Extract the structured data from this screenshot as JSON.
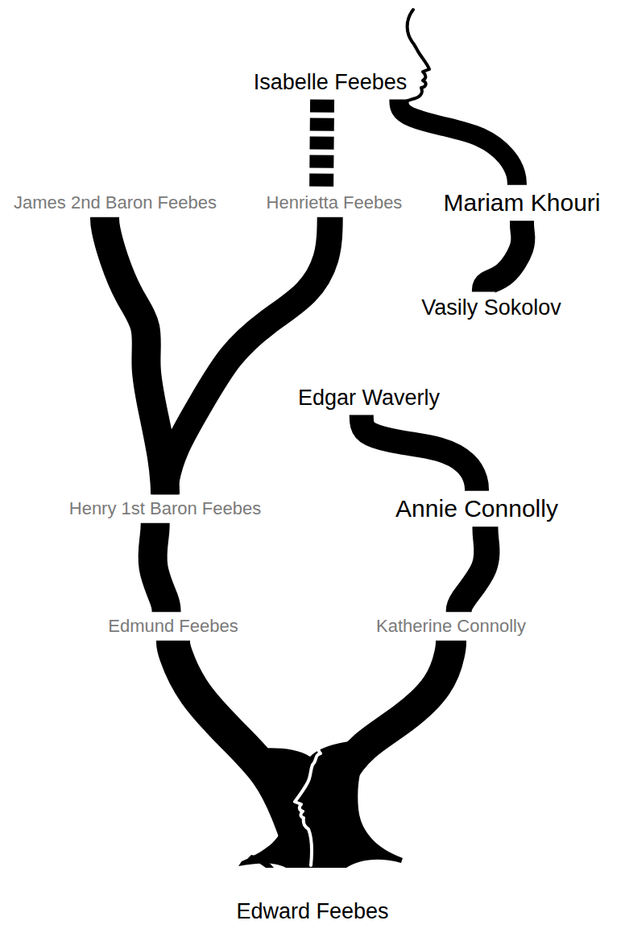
{
  "diagram": {
    "nodes": [
      {
        "text": [
          "Isabelle Feebes"
        ]
      },
      {
        "text": [
          "James 2nd Baron Feebes"
        ]
      },
      {
        "text": [
          "Henrietta Feebes"
        ]
      },
      {
        "text": [
          "Mariam Khouri"
        ]
      },
      {
        "text": [
          "Vasily Sokolov"
        ]
      },
      {
        "text": [
          "Edgar Waverly"
        ]
      },
      {
        "text": [
          "Henry 1st Baron Feebes"
        ]
      },
      {
        "text": [
          "Annie Connolly"
        ]
      },
      {
        "text": [
          "Edmund Feebes"
        ]
      },
      {
        "text": [
          "Katherine Connolly"
        ]
      },
      {
        "text": [
          "Edward Feebes"
        ]
      }
    ],
    "edges": [
      {
        "from": 0,
        "to": 2,
        "arrow": "none"
      },
      {
        "from": 0,
        "to": 3,
        "arrow": "none"
      },
      {
        "from": 3,
        "to": 4,
        "arrow": "none"
      },
      {
        "from": 1,
        "to": 6,
        "arrow": "none"
      },
      {
        "from": 2,
        "to": 6,
        "arrow": "none"
      },
      {
        "from": 5,
        "to": 7,
        "arrow": "none"
      },
      {
        "from": 6,
        "to": 8,
        "arrow": "none"
      },
      {
        "from": 7,
        "to": 9,
        "arrow": "none"
      },
      {
        "from": 8,
        "to": 10,
        "arrow": "none"
      },
      {
        "from": 9,
        "to": 10,
        "arrow": "none"
      }
    ]
  }
}
